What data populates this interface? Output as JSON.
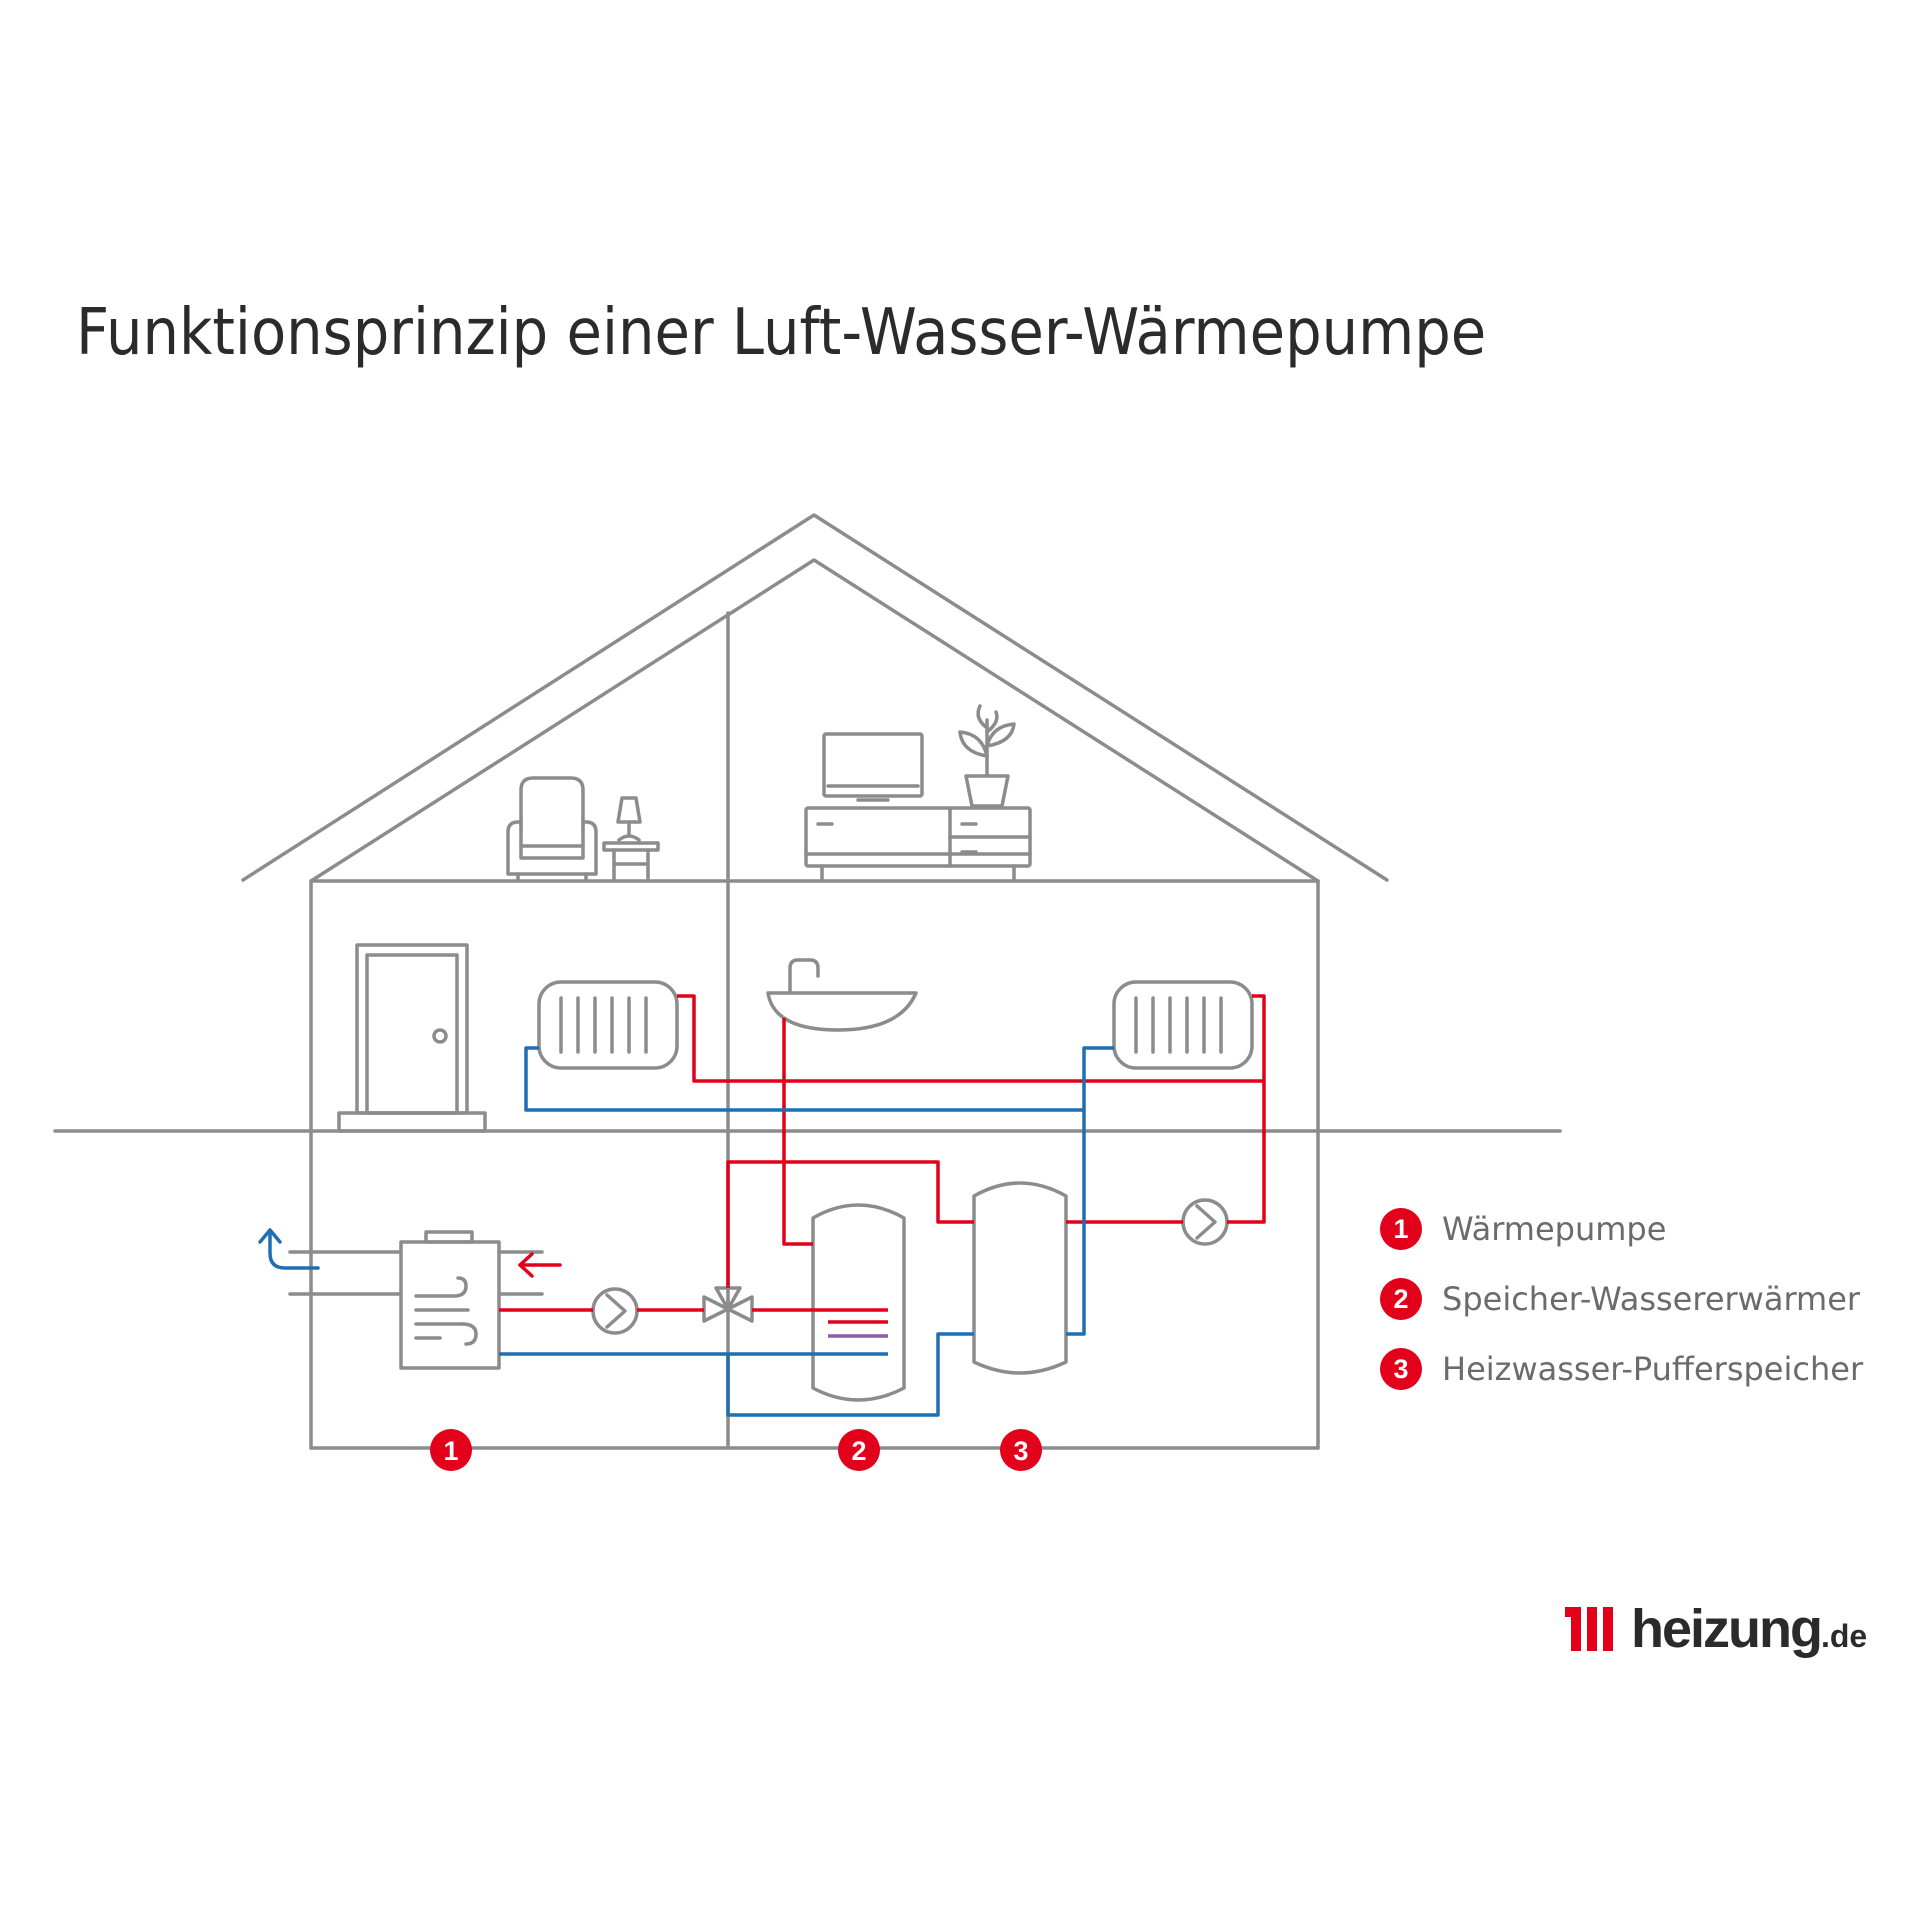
{
  "title": "Funktionsprinzip einer Luft-Wasser-Wärmepumpe",
  "colors": {
    "outline": "#8c8c8c",
    "hot": "#e2001a",
    "cold": "#1f6fb4",
    "dark": "#2b2b2b",
    "purple": "#8e5aa8"
  },
  "markers": [
    {
      "number": "1",
      "refers_to": "Wärmepumpe"
    },
    {
      "number": "2",
      "refers_to": "Speicher-Wassererwärmer"
    },
    {
      "number": "3",
      "refers_to": "Heizwasser-Pufferspeicher"
    }
  ],
  "legend": [
    {
      "number": "1",
      "label": "Wärmepumpe"
    },
    {
      "number": "2",
      "label": "Speicher-Wassererwärmer"
    },
    {
      "number": "3",
      "label": "Heizwasser-Pufferspeicher"
    }
  ],
  "icons": [
    "armchair-icon",
    "lamp-icon",
    "tv-icon",
    "plant-icon",
    "sideboard-icon",
    "door-icon",
    "radiator-icon",
    "sink-icon",
    "heat-pump-icon",
    "circulation-pump-icon",
    "three-way-valve-icon",
    "tank-icon",
    "air-arrow-icon"
  ],
  "logo": {
    "main": "heizung",
    "suffix": ".de"
  }
}
